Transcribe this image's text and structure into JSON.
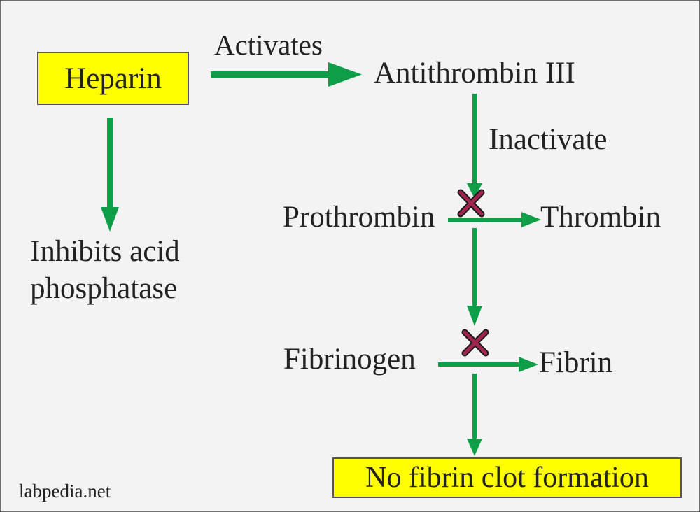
{
  "nodes": {
    "heparin": "Heparin",
    "antithrombin": "Antithrombin III",
    "inhibits_line1": "Inhibits acid",
    "inhibits_line2": "phosphatase",
    "prothrombin": "Prothrombin",
    "thrombin": "Thrombin",
    "fibrinogen": "Fibrinogen",
    "fibrin": "Fibrin",
    "outcome": "No fibrin clot formation"
  },
  "edge_labels": {
    "activates": "Activates",
    "inactivate": "Inactivate"
  },
  "credit": "labpedia.net",
  "colors": {
    "arrow": "#0e9e47",
    "block_mark": "#a0244f",
    "highlight_box": "#ffff00",
    "background": "#f3f3f3"
  }
}
